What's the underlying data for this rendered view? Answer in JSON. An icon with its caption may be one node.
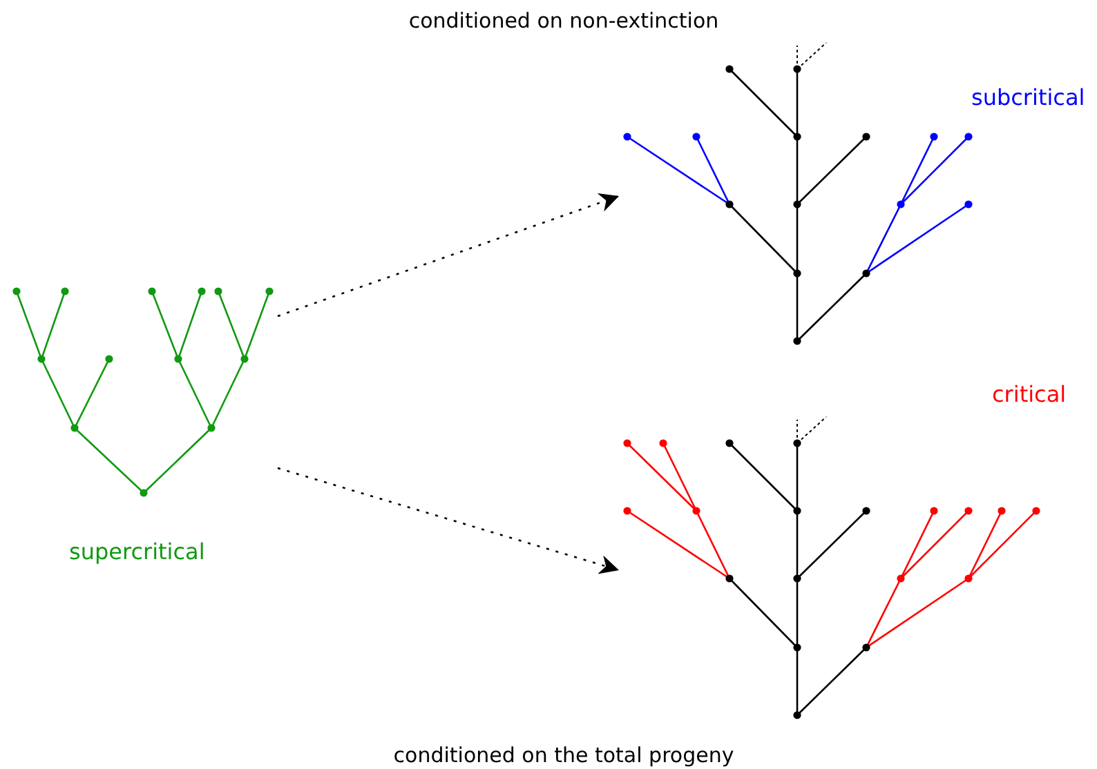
{
  "diagram": {
    "nodes": [
      {
        "text": [],
        "shape": "picture",
        "beside": [
          "supercritical"
        ]
      },
      {
        "text": [],
        "shape": "picture",
        "beside": [
          "subcritical"
        ]
      },
      {
        "text": [],
        "shape": "picture",
        "beside": [
          "critical"
        ]
      }
    ],
    "edges": [
      {
        "from": 0,
        "to": 1,
        "arrow": "to",
        "style": "dashed"
      },
      {
        "from": 0,
        "to": 2,
        "arrow": "to",
        "style": "dashed"
      }
    ],
    "labels": [
      "conditioned on non-extinction",
      "conditioned on the total progeny"
    ]
  }
}
